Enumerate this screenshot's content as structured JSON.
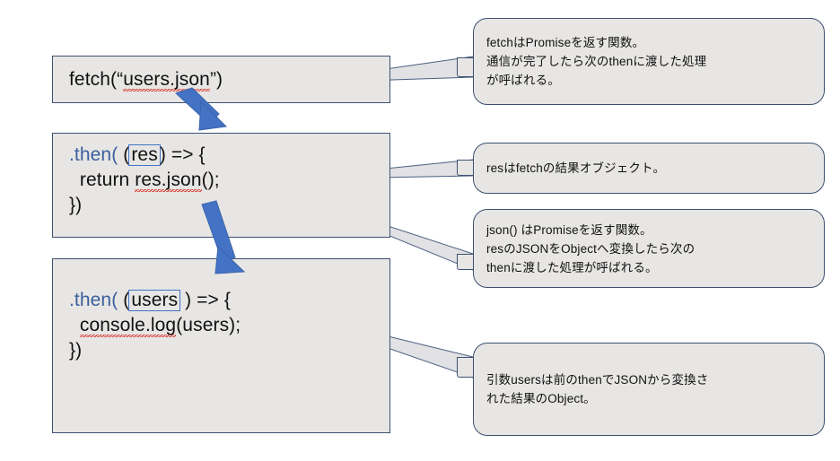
{
  "slide": {
    "title": "fetch Promise chain explanation",
    "language": "ja",
    "background_color": "#FFFFFF",
    "box_fill_color": "#E7E6E4",
    "box_border_color": "#3C5071",
    "arrow_color": "#4472C4",
    "keyword_color": "#3B5E9E",
    "highlight_border_color": "#4472C4",
    "spellcheck_underline_color": "#D93025"
  },
  "code_blocks": [
    {
      "id": "block-fetch",
      "lines": [
        {
          "segments": [
            {
              "text": "fetch(“",
              "style": "plain"
            },
            {
              "text": "users.json",
              "style": "spellcheck"
            },
            {
              "text": "”)",
              "style": "plain"
            }
          ]
        }
      ]
    },
    {
      "id": "block-then-res",
      "lines": [
        {
          "segments": [
            {
              "text": ".then(",
              "style": "keyword"
            },
            {
              "text": " (",
              "style": "plain"
            },
            {
              "text": "res",
              "style": "boxed"
            },
            {
              "text": ") => {",
              "style": "plain"
            }
          ]
        },
        {
          "segments": [
            {
              "text": "  return ",
              "style": "plain"
            },
            {
              "text": "res.json",
              "style": "spellcheck"
            },
            {
              "text": "();",
              "style": "plain"
            }
          ]
        },
        {
          "segments": [
            {
              "text": "})",
              "style": "plain"
            }
          ]
        }
      ]
    },
    {
      "id": "block-then-users",
      "lines": [
        {
          "segments": [
            {
              "text": ".then(",
              "style": "keyword"
            },
            {
              "text": " (",
              "style": "plain"
            },
            {
              "text": "users",
              "style": "boxed"
            },
            {
              "text": " ) => {",
              "style": "plain"
            }
          ]
        },
        {
          "segments": [
            {
              "text": "  ",
              "style": "plain"
            },
            {
              "text": "console.log",
              "style": "spellcheck"
            },
            {
              "text": "(users);",
              "style": "plain"
            }
          ]
        },
        {
          "segments": [
            {
              "text": "})",
              "style": "plain"
            }
          ]
        }
      ]
    }
  ],
  "callouts": [
    {
      "id": "callout-fetch",
      "text": "fetchはPromiseを返す関数。\n通信が完了したら次のthenに渡した処理\nが呼ばれる。"
    },
    {
      "id": "callout-res",
      "text": "resはfetchの結果オブジェクト。"
    },
    {
      "id": "callout-json",
      "text": "json() はPromiseを返す関数。\nresのJSONをObjectへ変換したら次の\nthenに渡した処理が呼ばれる。"
    },
    {
      "id": "callout-users",
      "text": "引数usersは前のthenでJSONから変換さ\nれた結果のObject。"
    }
  ],
  "arrows": [
    {
      "id": "arrow-fetch-to-then",
      "direction": "down-right",
      "color": "#4472C4"
    },
    {
      "id": "arrow-then-to-then",
      "direction": "down-right",
      "color": "#4472C4"
    }
  ]
}
